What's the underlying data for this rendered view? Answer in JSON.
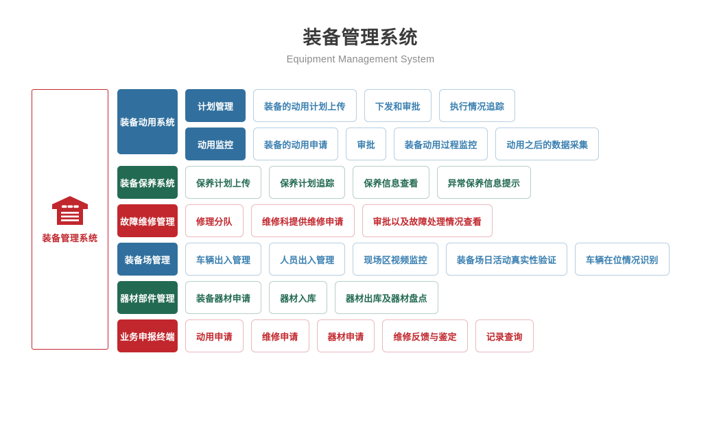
{
  "header": {
    "title": "装备管理系统",
    "subtitle": "Equipment Management System"
  },
  "root": {
    "label": "装备管理系统",
    "icon": "warehouse-icon",
    "color": "#c1272d"
  },
  "colors": {
    "blue": "#31709e",
    "green": "#236a52",
    "red": "#c1272d",
    "leaf_blue_text": "#3a7fb0",
    "leaf_green_text": "#236a52",
    "leaf_red_text": "#c1272d",
    "title_text": "#3a3a3a",
    "subtitle_text": "#8c8c8c"
  },
  "rows": [
    {
      "category": "装备动用系统",
      "color": "blue",
      "tall": true,
      "subgroups": [
        {
          "label": "计划管理",
          "color": "blue",
          "leaves": [
            "装备的动用计划上传",
            "下发和审批",
            "执行情况追踪"
          ]
        },
        {
          "label": "动用监控",
          "color": "blue",
          "leaves": [
            "装备的动用申请",
            "审批",
            "装备动用过程监控",
            "动用之后的数据采集"
          ]
        }
      ]
    },
    {
      "category": "装备保养系统",
      "color": "green",
      "tall": false,
      "leaves": [
        "保养计划上传",
        "保养计划追踪",
        "保养信息查看",
        "异常保养信息提示"
      ]
    },
    {
      "category": "故障维修管理",
      "color": "red",
      "tall": false,
      "leaves": [
        "修理分队",
        "维修科提供维修申请",
        "审批以及故障处理情况查看"
      ]
    },
    {
      "category": "装备场管理",
      "color": "blue",
      "tall": false,
      "leaves": [
        "车辆出入管理",
        "人员出入管理",
        "现场区视频监控",
        "装备场日活动真实性验证",
        "车辆在位情况识别"
      ]
    },
    {
      "category": "器材部件管理",
      "color": "green",
      "tall": false,
      "leaves": [
        "装备器材申请",
        "器材入库",
        "器材出库及器材盘点"
      ]
    },
    {
      "category": "业务申报终端",
      "color": "red",
      "tall": false,
      "leaves": [
        "动用申请",
        "维修申请",
        "器材申请",
        "维修反馈与鉴定",
        "记录查询"
      ]
    }
  ]
}
